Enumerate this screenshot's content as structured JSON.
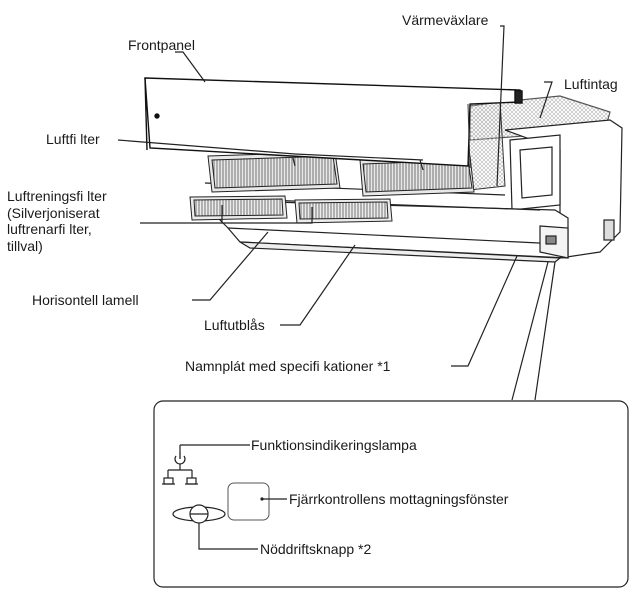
{
  "labels": {
    "frontpanel": "Frontpanel",
    "varmevaxlare": "Värmeväxlare",
    "luftintag": "Luftintag",
    "luftfilter": "Luftfi lter",
    "luftreningsfilter": "Luftreningsfi lter\n(Silverjoniserat\nluftrenarfi lter,\ntillval)",
    "horisontell_lamell": "Horisontell lamell",
    "luftutblas": "Luftutblås",
    "namnplat": "Namnplát med specifi kationer *1",
    "funktionsindikeringslampa": "Funktionsindikeringslampa",
    "fjarrkontroll_fonster": "Fjärrkontrollens mottagningsfönster",
    "noddriftsknapp": "Nöddriftsknapp *2"
  },
  "icons": {
    "power": "power-icon"
  },
  "colors": {
    "line": "#222222",
    "panel_fill": "#ffffff",
    "filter_fill": "#d9d9d9",
    "mesh": "#bdbdbd",
    "unit_shadow": "#9a9a9a"
  }
}
